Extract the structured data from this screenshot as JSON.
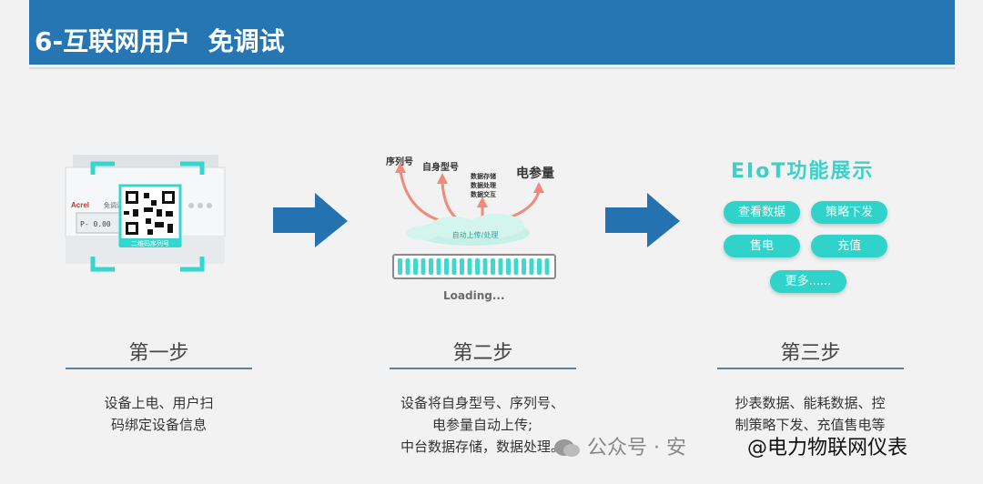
{
  "header": {
    "title": "6-互联网用户  免调试"
  },
  "device": {
    "brand": "Acrel",
    "model_text": "免调试",
    "display_text": "P-  0.00",
    "sticker_text": "二维码序列号"
  },
  "step2_graphic": {
    "labels": {
      "serial": "序列号",
      "model": "自身型号",
      "storage": "数据存储",
      "processing": "数据处理",
      "interaction": "数据交互",
      "electric": "电参量"
    },
    "cloud_label": "自动上传/处理",
    "loading": "Loading..."
  },
  "step3_graphic": {
    "title": "EIoT功能展示",
    "buttons": [
      "查看数据",
      "策略下发",
      "售电",
      "充值",
      "更多......"
    ]
  },
  "steps": [
    {
      "title": "第一步",
      "desc": [
        "设备上电、用户扫",
        "码绑定设备信息"
      ]
    },
    {
      "title": "第二步",
      "desc": [
        "设备将自身型号、序列号、",
        "电参量自动上传;",
        "中台数据存储，数据处理。"
      ]
    },
    {
      "title": "第三步",
      "desc": [
        "抄表数据、能耗数据、控",
        "制策略下发、充值售电等"
      ]
    }
  ],
  "watermark": {
    "text": "公众号 · 安",
    "brand": "@电力物联网仪表"
  },
  "colors": {
    "header": "#2676b4",
    "arrow": "#2472b0",
    "accent": "#2fd3c9",
    "red_arrow": "#f08a7a"
  }
}
